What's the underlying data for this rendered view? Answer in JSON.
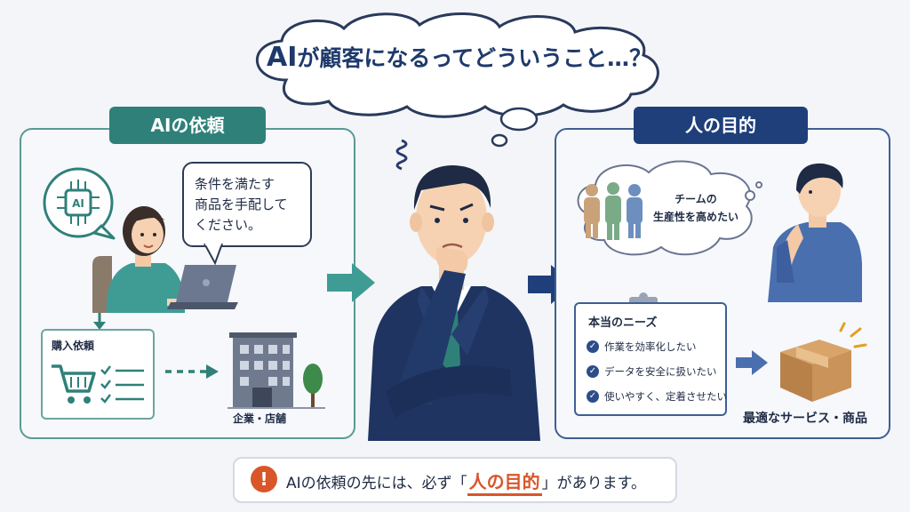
{
  "title": {
    "prefix": "AI",
    "rest": "が顧客になるってどういうこと…？"
  },
  "left_panel": {
    "tab": "AIの依頼",
    "ai_chip_label": "AI",
    "request_lines": [
      "条件を満たす",
      "商品を手配して",
      "ください。"
    ],
    "purchase_label": "購入依頼",
    "company_label": "企業・店舗"
  },
  "right_panel": {
    "tab": "人の目的",
    "goal_lines": [
      "チームの",
      "生産性を高めたい"
    ],
    "needs_title": "本当のニーズ",
    "needs": [
      "作業を効率化したい",
      "データを安全に扱いたい",
      "使いやすく、定着させたい"
    ],
    "best_label": "最適なサービス・商品"
  },
  "banner": {
    "icon": "!",
    "text_before": "AIの依頼の先には、必ず「",
    "highlight": "人の目的",
    "text_after": "」があります。"
  },
  "colors": {
    "teal": "#2f8079",
    "navy": "#1f3f7a",
    "accent_orange": "#d8562a",
    "text": "#1d2a44"
  }
}
